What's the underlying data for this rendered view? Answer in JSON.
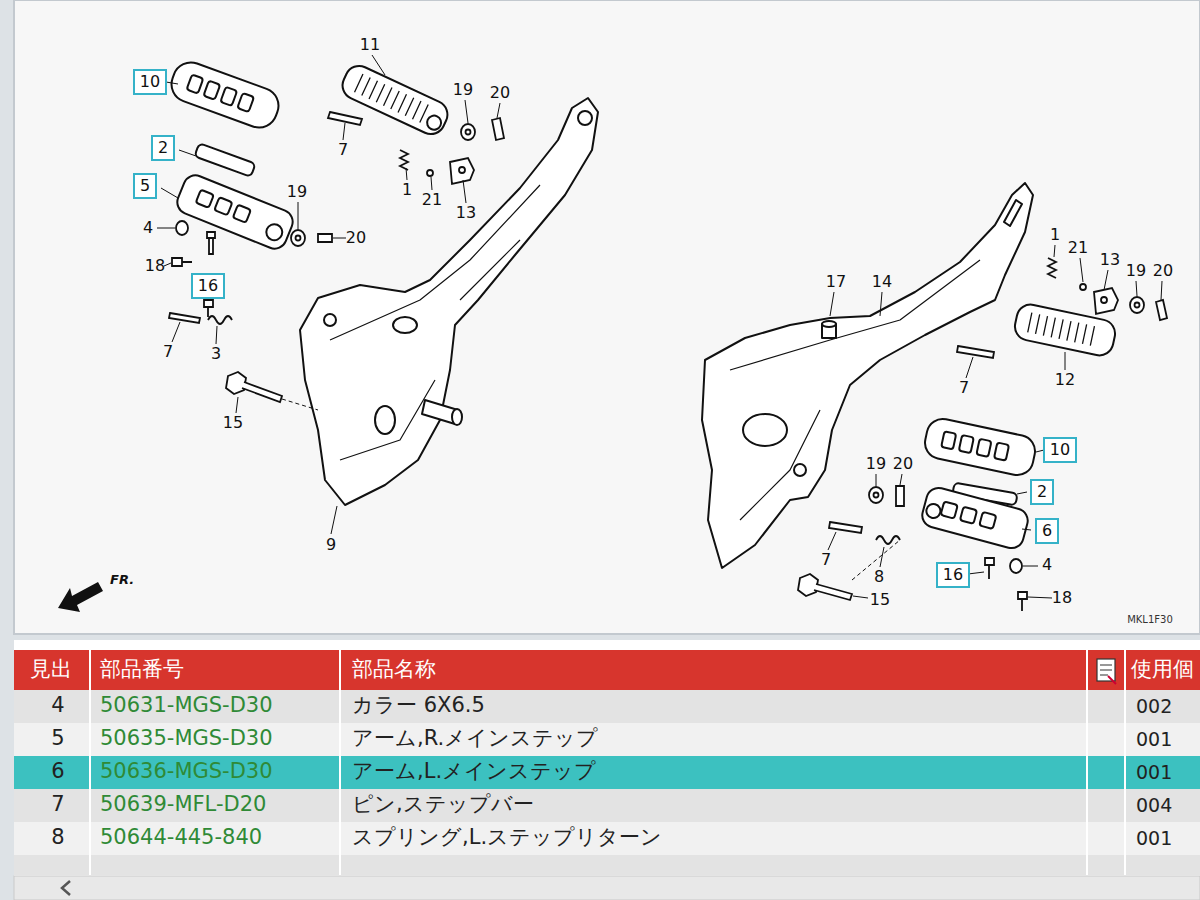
{
  "diagram": {
    "nodes": [
      {
        "text": [
          "10"
        ]
      },
      {
        "text": [
          "2"
        ]
      },
      {
        "text": [
          "5"
        ]
      },
      {
        "text": [
          "16"
        ]
      },
      {
        "text": [
          "10"
        ]
      },
      {
        "text": [
          "2"
        ]
      },
      {
        "text": [
          "6"
        ]
      },
      {
        "text": [
          "16"
        ]
      }
    ],
    "labels": [
      "11",
      "19",
      "20",
      "7",
      "1",
      "21",
      "13",
      "19",
      "20",
      "4",
      "18",
      "7",
      "3",
      "15",
      "9",
      "17",
      "14",
      "1",
      "21",
      "13",
      "19",
      "20",
      "12",
      "7",
      "19",
      "20",
      "7",
      "8",
      "4",
      "15",
      "18",
      "FR.",
      "MKL1F30",
      "見出",
      "部品番号",
      "部品名称",
      "使用個",
      "4",
      "50631-MGS-D30",
      "カラー 6X6.5",
      "002",
      "5",
      "50635-MGS-D30",
      "アーム,R.メインステップ",
      "001",
      "6",
      "50636-MGS-D30",
      "アーム,L.メインステップ",
      "001",
      "7",
      "50639-MFL-D20",
      "ピン,ステップバー",
      "004",
      "8",
      "50644-445-840",
      "スプリング,L.ステップリターン",
      "001"
    ]
  }
}
